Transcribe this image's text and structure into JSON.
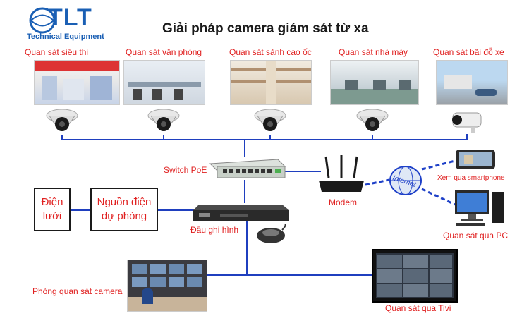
{
  "logo": {
    "text": "TLT",
    "subtitle": "Technical Equipment",
    "color": "#1a5fb4"
  },
  "title": "Giải pháp camera giám sát từ xa",
  "cameras": [
    {
      "label": "Quan sát siêu thị",
      "icon": "dome-camera-icon"
    },
    {
      "label": "Quan sát văn phòng",
      "icon": "dome-camera-icon"
    },
    {
      "label": "Quan sát sảnh cao ốc",
      "icon": "dome-camera-icon"
    },
    {
      "label": "Quan sát nhà máy",
      "icon": "dome-camera-icon"
    },
    {
      "label": "Quan sát bãi đỗ xe",
      "icon": "bullet-camera-icon"
    }
  ],
  "devices": {
    "switch": "Switch PoE",
    "recorder": "Đầu ghi hình",
    "modem": "Modem",
    "internet": "Internet",
    "smartphone": "Xem qua smartphone",
    "pc": "Quan sát qua PC",
    "tv": "Quan sát qua Tivi",
    "control_room": "Phòng quan sát camera"
  },
  "power": {
    "grid_line1": "Điện",
    "grid_line2": "lưới",
    "backup_line1": "Nguồn điện",
    "backup_line2": "dự phòng"
  },
  "colors": {
    "wire": "#1f3fbf",
    "label": "#e02020",
    "internet_link": "#1e40c8"
  }
}
